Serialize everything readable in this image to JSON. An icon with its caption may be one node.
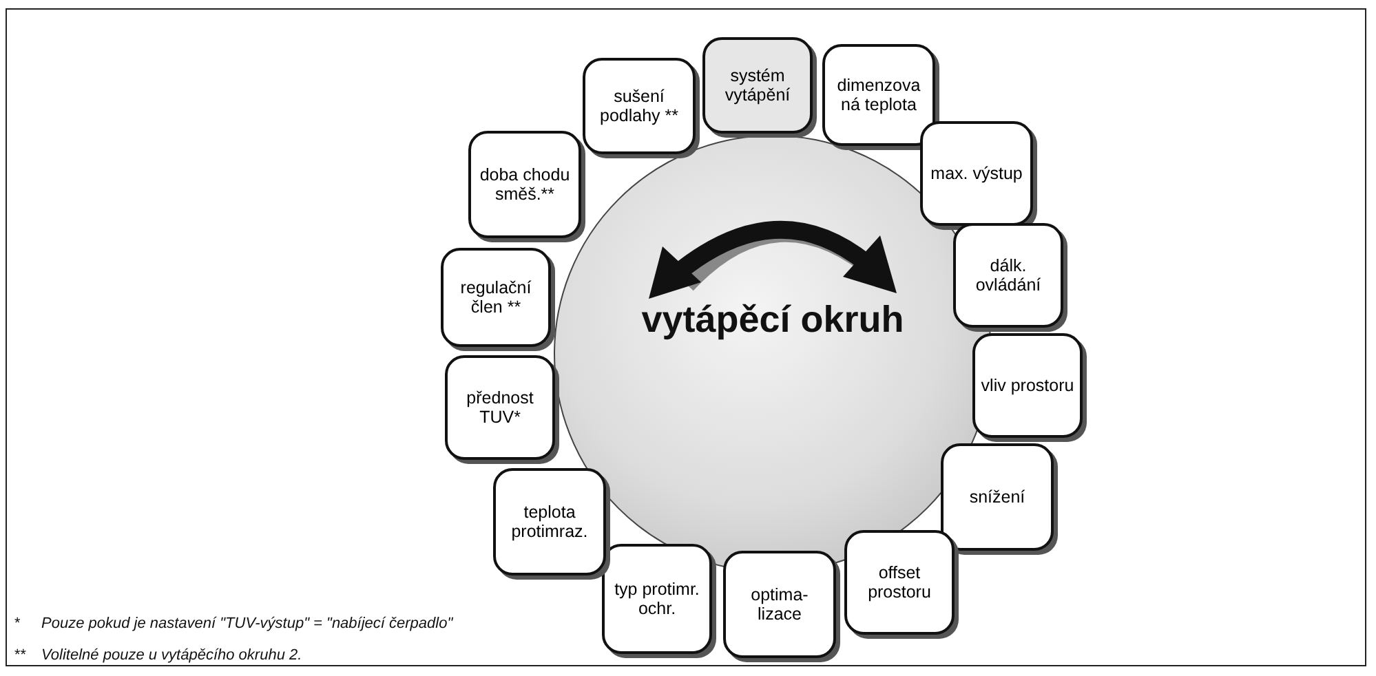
{
  "diagram": {
    "nodes": [
      {
        "text": [
          "vytápěcí okruh"
        ]
      },
      {
        "text": [
          "systém vytápění"
        ]
      },
      {
        "text": [
          "dimenzova ná teplota"
        ]
      },
      {
        "text": [
          "max. výstup"
        ]
      },
      {
        "text": [
          "dálk. ovládání"
        ]
      },
      {
        "text": [
          "vliv prostoru"
        ]
      },
      {
        "text": [
          "snížení"
        ]
      },
      {
        "text": [
          "offset prostoru"
        ]
      },
      {
        "text": [
          "optima- lizace"
        ]
      },
      {
        "text": [
          "typ protimr. ochr."
        ]
      },
      {
        "text": [
          "teplota protimraz."
        ]
      },
      {
        "text": [
          "přednost TUV*"
        ]
      },
      {
        "text": [
          "regulační člen **"
        ]
      },
      {
        "text": [
          "doba chodu směš.**"
        ]
      },
      {
        "text": [
          "sušení podlahy **"
        ]
      }
    ],
    "labels": [
      "*",
      "Pouze pokud je nastavení \"TUV-výstup\" = \"nabíjecí čerpadlo\"",
      "**",
      "Volitelné pouze u vytápěcího okruhu 2."
    ]
  }
}
